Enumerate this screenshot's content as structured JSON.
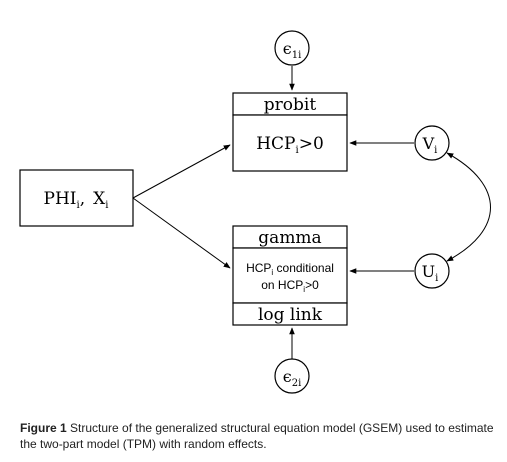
{
  "nodes": {
    "e1": {
      "label": "ϵ",
      "sub": "1i"
    },
    "e2": {
      "label": "ϵ",
      "sub": "2i"
    },
    "v": {
      "label": "V",
      "sub": "i"
    },
    "u": {
      "label": "U",
      "sub": "i"
    },
    "input": {
      "phi": "PHI",
      "phi_sub": "i",
      "sep": ",",
      "x": "X",
      "x_sub": "i"
    }
  },
  "probit_box": {
    "header": "probit",
    "body_main": "HCP",
    "body_sub": "i",
    "body_tail": ">0"
  },
  "gamma_box": {
    "header": "gamma",
    "line1_main": "HCP",
    "line1_sub": "i",
    "line1_tail": " conditional",
    "line2_pre": "on HCP",
    "line2_sub": "i",
    "line2_tail": ">0",
    "footer": "log link"
  },
  "caption": {
    "figure_label": "Figure 1",
    "text": " Structure of the generalized structural equation model (GSEM) used to estimate the two-part model (TPM) with random effects."
  }
}
